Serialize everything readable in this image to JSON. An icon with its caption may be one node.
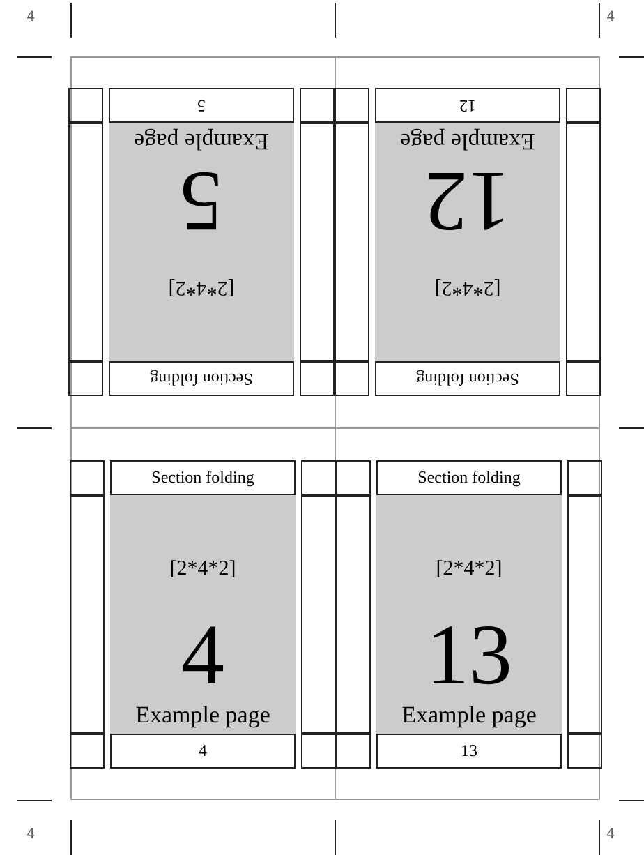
{
  "diagram": {
    "nodes": [
      {
        "text": [
          "Section folding"
        ]
      },
      {
        "text": [
          "[2*4*2]",
          "5",
          "Example page"
        ]
      },
      {
        "text": [
          "5"
        ]
      },
      {
        "text": [],
        "shape": "box"
      },
      {
        "text": [],
        "shape": "box"
      },
      {
        "text": [],
        "shape": "box"
      },
      {
        "text": [],
        "shape": "box"
      },
      {
        "text": [],
        "shape": "box"
      },
      {
        "text": [],
        "shape": "box"
      },
      {
        "text": [
          "Section folding"
        ]
      },
      {
        "text": [
          "[2*4*2]",
          "12",
          "Example page"
        ]
      },
      {
        "text": [
          "12"
        ]
      },
      {
        "text": [],
        "shape": "box"
      },
      {
        "text": [],
        "shape": "box"
      },
      {
        "text": [],
        "shape": "box"
      },
      {
        "text": [],
        "shape": "box"
      },
      {
        "text": [],
        "shape": "box"
      },
      {
        "text": [],
        "shape": "box"
      },
      {
        "text": [
          "Section folding"
        ]
      },
      {
        "text": [
          "[2*4*2]",
          "4",
          "Example page"
        ]
      },
      {
        "text": [
          "4"
        ]
      },
      {
        "text": [],
        "shape": "box"
      },
      {
        "text": [],
        "shape": "box"
      },
      {
        "text": [],
        "shape": "box"
      },
      {
        "text": [],
        "shape": "box"
      },
      {
        "text": [],
        "shape": "box"
      },
      {
        "text": [],
        "shape": "box"
      },
      {
        "text": [
          "Section folding"
        ]
      },
      {
        "text": [
          "[2*4*2]",
          "13",
          "Example page"
        ]
      },
      {
        "text": [
          "13"
        ]
      },
      {
        "text": [],
        "shape": "box"
      },
      {
        "text": [],
        "shape": "box"
      },
      {
        "text": [],
        "shape": "box"
      },
      {
        "text": [],
        "shape": "box"
      },
      {
        "text": [],
        "shape": "box"
      },
      {
        "text": [],
        "shape": "box"
      }
    ],
    "labels": [
      "4",
      "4",
      "4",
      "4"
    ]
  }
}
